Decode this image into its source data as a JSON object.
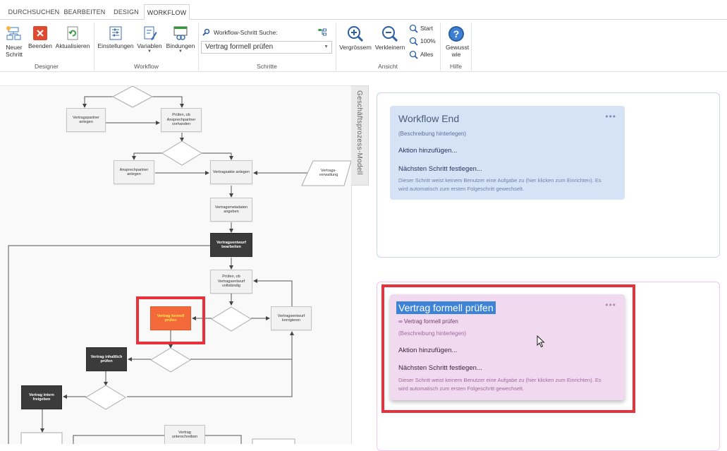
{
  "tabs": [
    "DURCHSUCHEN",
    "BEARBEITEN",
    "DESIGN",
    "WORKFLOW"
  ],
  "ribbon": {
    "designer": {
      "label": "Designer",
      "new_step": "Neuer Schritt",
      "end": "Beenden",
      "refresh": "Aktualisieren"
    },
    "workflow": {
      "label": "Workflow",
      "settings": "Einstellungen",
      "variables": "Variablen",
      "bindings": "Bindungen"
    },
    "steps": {
      "label": "Schritte",
      "search_label": "Workflow-Schritt Suche:",
      "selected_step": "Vertrag formell prüfen"
    },
    "view": {
      "label": "Ansicht",
      "zoom_in": "Vergrössern",
      "zoom_out": "Verkleinern",
      "start": "Start",
      "hundred": "100%",
      "all": "Alles"
    },
    "help": {
      "label": "Hilfe",
      "did_you_know": "Gewusst wie"
    }
  },
  "diagram": {
    "side_tab": "Geschäftsprozess-Modell",
    "nodes": {
      "partner_create": "Vertragspartner anlegen",
      "check_contact": "Prüfen, ob Ansprechpartner vorhanden",
      "contact_create": "Ansprechpartner anlegen",
      "contract_file": "Vertragsakte anlegen",
      "contract_admin": "Vertrags-verwaltung",
      "metadata": "Vertragsmetadaten angeben",
      "draft_edit": "Vertragsentwurf bearbeiten",
      "check_draft": "Prüfen, ob Vertragsentwurf vollständig",
      "formal_check": "Vertrag formell prüfen",
      "draft_correct": "Vertragsentwurf korrigieren",
      "content_check": "Vertrag inhaltlich prüfen",
      "internal_release": "Vertrag intern freigeben",
      "sign": "Vertrag unterschreiben"
    }
  },
  "cards": {
    "end": {
      "title": "Workflow End",
      "description": "(Beschreibung hinterlegen)",
      "action": "Aktion hinzufügen...",
      "next_step": "Nächsten Schritt festlegen...",
      "note": "Dieser Schritt weist keinem Benutzer eine Aufgabe zu (hier klicken zum Einrichten). Es wird automatisch zum ersten Folgeschritt gewechselt."
    },
    "check": {
      "title": "Vertrag formell prüfen",
      "subtitle": "∞ Vertrag formell prüfen",
      "description": "(Beschreibung hinterlegen)",
      "action": "Aktion hinzufügen...",
      "next_step": "Nächsten Schritt festlegen...",
      "note": "Dieser Schritt weist keinem Benutzer eine Aufgabe zu (hier klicken zum Einrichten). Es wird automatisch zum ersten Folgeschritt gewechselt."
    },
    "dots": "•••"
  },
  "colors": {
    "highlight": "#e8313a",
    "end_card": "#d6e2f6",
    "check_card": "#f1d9ef",
    "selection": "#3d84d6"
  }
}
